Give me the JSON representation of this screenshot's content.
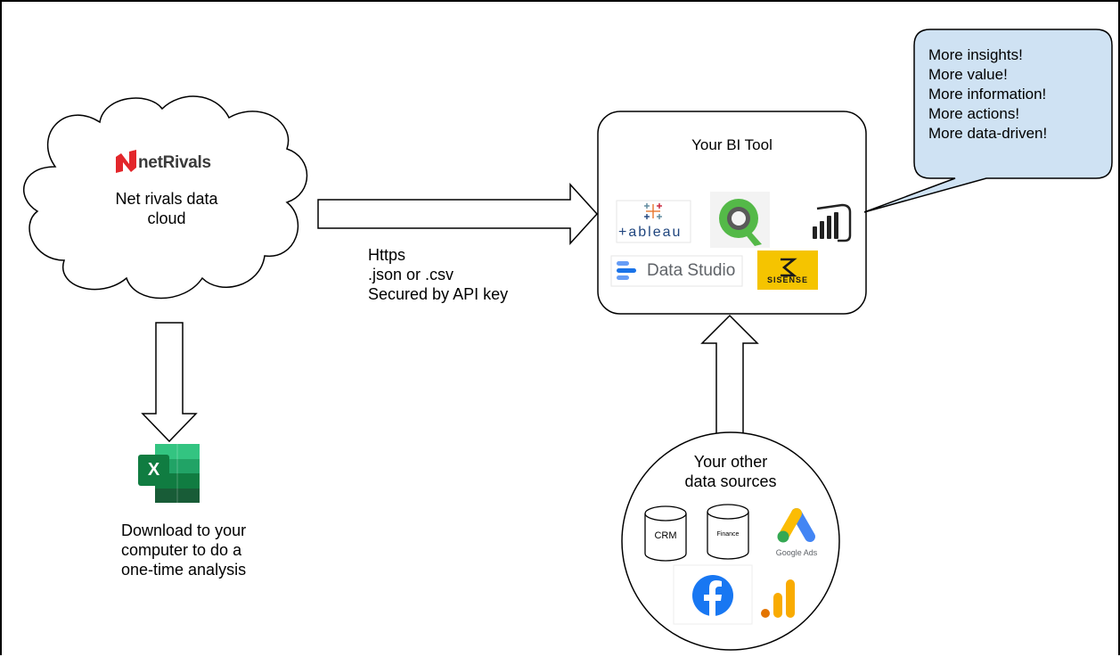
{
  "cloud": {
    "brand": "netRivals",
    "label_line1": "Net rivals data",
    "label_line2": "cloud"
  },
  "connection": {
    "line1": "Https",
    "line2": ".json or .csv",
    "line3": "Secured by API key"
  },
  "bi_tool": {
    "title": "Your BI Tool",
    "logos": [
      "tableau",
      "qlik",
      "power-bi",
      "data-studio",
      "sisense"
    ],
    "tableau_text": "+ableau",
    "data_studio_text": "Data Studio",
    "sisense_text": "SISENSE"
  },
  "callout": {
    "lines": [
      "More insights!",
      "More value!",
      "More information!",
      "More actions!",
      "More data-driven!"
    ],
    "fill": "#cfe2f3"
  },
  "sources": {
    "title_line1": "Your other",
    "title_line2": "data sources",
    "crm": "CRM",
    "finance": "Finance",
    "google_ads": "Google Ads"
  },
  "download": {
    "line1": "Download to your",
    "line2": "computer to do a",
    "line3": "one-time analysis",
    "excel_letter": "X"
  },
  "colors": {
    "netrivals_red": "#e3262b",
    "excel_green": "#107c41",
    "qlik_green": "#54b948",
    "facebook_blue": "#1877f2",
    "sisense_yellow": "#f5c400"
  }
}
